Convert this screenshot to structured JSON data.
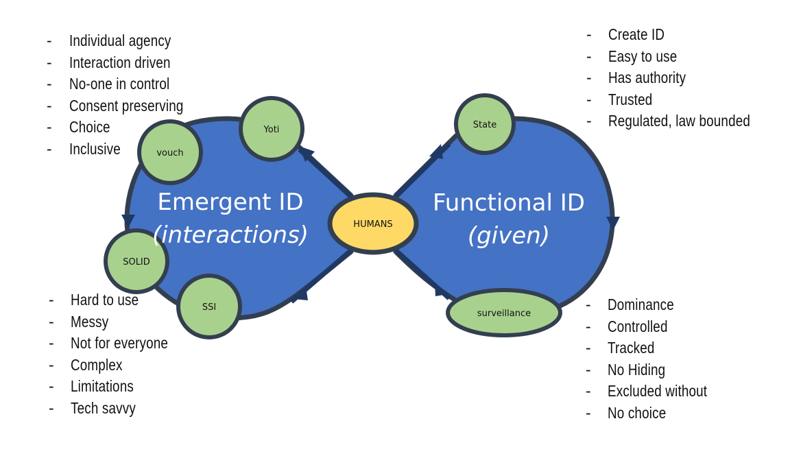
{
  "colors": {
    "loop_fill": "#4472C4",
    "outline": "#333F50",
    "arrow": "#203864",
    "node_green": "#A9D18E",
    "node_yellow": "#FFD966",
    "text_dark": "#111111",
    "text_light": "#FFFFFF",
    "background": "#FFFFFF"
  },
  "center_node": {
    "label": "HUMANS"
  },
  "emergent": {
    "title": "Emergent ID",
    "subtitle": "(interactions)",
    "nodes": [
      {
        "id": "yoti",
        "label": "Yoti"
      },
      {
        "id": "vouch",
        "label": "vouch"
      },
      {
        "id": "solid",
        "label": "SOLID"
      },
      {
        "id": "ssi",
        "label": "SSI"
      }
    ],
    "pros": {
      "bullet": "-",
      "items": [
        "Individual agency",
        "Interaction driven",
        "No-one in control",
        "Consent preserving",
        "Choice",
        "Inclusive"
      ]
    },
    "cons": {
      "bullet": "-",
      "items": [
        "Hard to use",
        "Messy",
        "Not for everyone",
        "Complex",
        "Limitations",
        "Tech savvy"
      ]
    }
  },
  "functional": {
    "title": "Functional ID",
    "subtitle": "(given)",
    "nodes": [
      {
        "id": "state",
        "label": "State"
      },
      {
        "id": "surveillance",
        "label": "surveillance"
      }
    ],
    "pros": {
      "bullet": "-",
      "items": [
        "Create ID",
        "Easy to use",
        "Has authority",
        "Trusted",
        "Regulated, law bounded"
      ]
    },
    "cons": {
      "bullet": "-",
      "items": [
        "Dominance",
        "Controlled",
        "Tracked",
        "No Hiding",
        "Excluded without",
        "No choice"
      ]
    }
  }
}
